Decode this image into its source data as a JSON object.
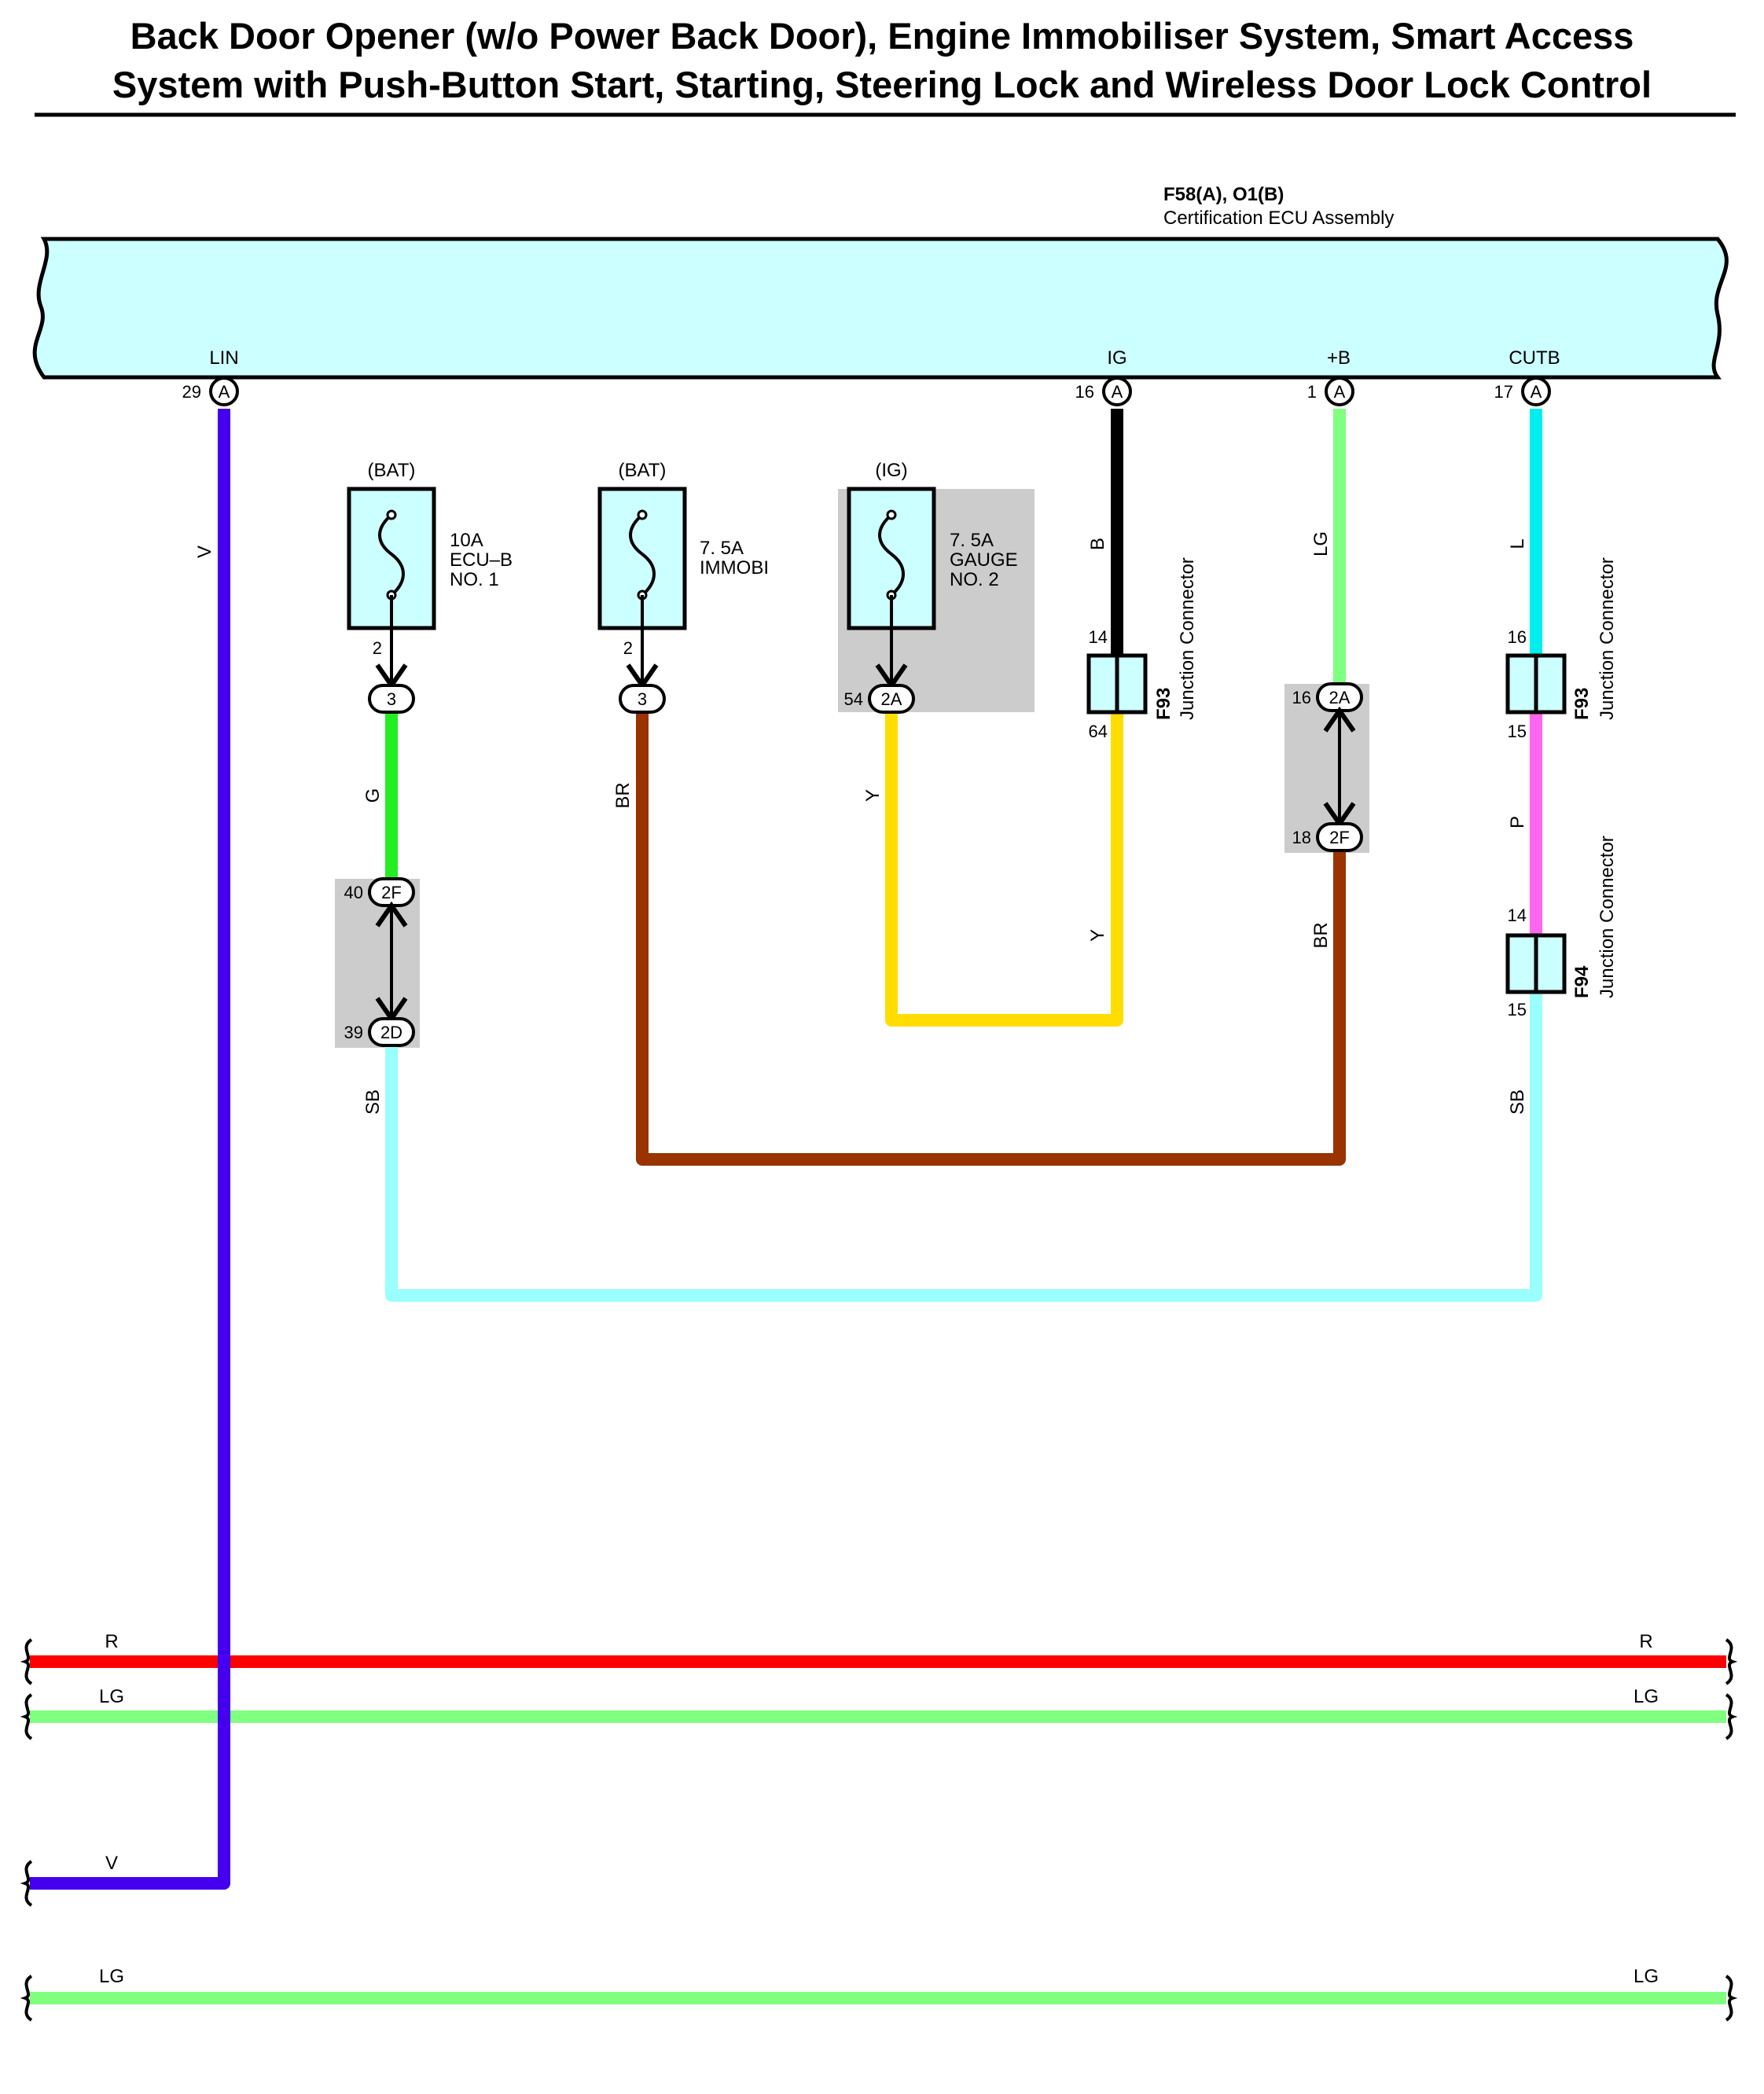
{
  "title": {
    "line1": "Back Door Opener (w/o Power Back Door), Engine Immobiliser System, Smart Access",
    "line2": "System with Push-Button Start, Starting, Steering Lock and Wireless Door Lock Control"
  },
  "ecu": {
    "code": "F58(A), O1(B)",
    "name": "Certification ECU Assembly",
    "terminals": [
      {
        "name": "LIN",
        "pin": "29",
        "connector": "A"
      },
      {
        "name": "IG",
        "pin": "16",
        "connector": "A"
      },
      {
        "name": "+B",
        "pin": "1",
        "connector": "A"
      },
      {
        "name": "CUTB",
        "pin": "17",
        "connector": "A"
      }
    ]
  },
  "fuses": [
    {
      "source": "(BAT)",
      "rating": "10A",
      "name1": "ECU–B",
      "name2": "NO. 1",
      "out_pin": "2",
      "jc_pin": "3"
    },
    {
      "source": "(BAT)",
      "rating": "7. 5A",
      "name1": "IMMOBI",
      "name2": "",
      "out_pin": "2",
      "jc_pin": "3"
    },
    {
      "source": "(IG)",
      "rating": "7. 5A",
      "name1": "GAUGE",
      "name2": "NO. 2",
      "out_pin": "54",
      "jc_pin": "2A"
    }
  ],
  "junction_connectors": [
    {
      "code": "F93",
      "name": "Junction Connector",
      "pin_top": "14",
      "pin_bottom": "64"
    },
    {
      "code": "F93",
      "name": "Junction Connector",
      "pin_top": "16",
      "pin_bottom": "15"
    },
    {
      "code": "F94",
      "name": "Junction Connector",
      "pin_top": "14",
      "pin_bottom": "15"
    }
  ],
  "splices": [
    {
      "pin_top": "40",
      "conn_top": "2F",
      "pin_bottom": "39",
      "conn_bottom": "2D"
    },
    {
      "pin_top": "16",
      "conn_top": "2A",
      "pin_bottom": "18",
      "conn_bottom": "2F"
    }
  ],
  "wire_colors": {
    "V": "V",
    "G": "G",
    "SB": "SB",
    "BR": "BR",
    "Y": "Y",
    "B": "B",
    "LG": "LG",
    "L": "L",
    "P": "P",
    "R": "R"
  },
  "colors": {
    "ecu_fill": "#ccffff",
    "fuse_fill": "#ccffff",
    "shade": "#cccccc",
    "wire_V": "#4400ee",
    "wire_G": "#22ee22",
    "wire_SB": "#99ffff",
    "wire_BR": "#993300",
    "wire_Y": "#ffdd00",
    "wire_B": "#000000",
    "wire_LG": "#80ff80",
    "wire_L": "#00eeee",
    "wire_P": "#ff66ee",
    "wire_R": "#ff0000"
  }
}
